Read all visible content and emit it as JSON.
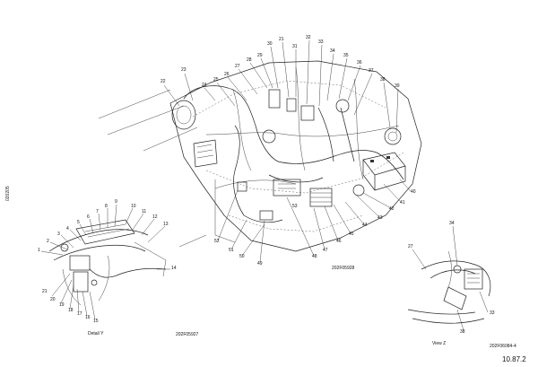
{
  "side_code": "020205",
  "page_number": "10.87.2",
  "captions": {
    "detail_y": "Detail Y",
    "view_z": "View Z",
    "fig_main": "202F05928",
    "fig_detail": "202F05927",
    "fig_view": "202F06084-4"
  },
  "main_callouts": [
    "21",
    "22",
    "23",
    "24",
    "25",
    "26",
    "27",
    "28",
    "29",
    "30",
    "31",
    "32",
    "33",
    "34",
    "35",
    "36",
    "37",
    "38",
    "39",
    "40",
    "41",
    "42",
    "43",
    "44",
    "45",
    "46",
    "47",
    "48",
    "49",
    "50",
    "51",
    "52",
    "53"
  ],
  "detail_callouts": [
    "1",
    "2",
    "3",
    "4",
    "5",
    "6",
    "7",
    "8",
    "9",
    "10",
    "11",
    "12",
    "13",
    "14",
    "15",
    "16",
    "17",
    "18",
    "19",
    "20",
    "21"
  ],
  "view_callouts": [
    "27",
    "34",
    "33",
    "38"
  ]
}
